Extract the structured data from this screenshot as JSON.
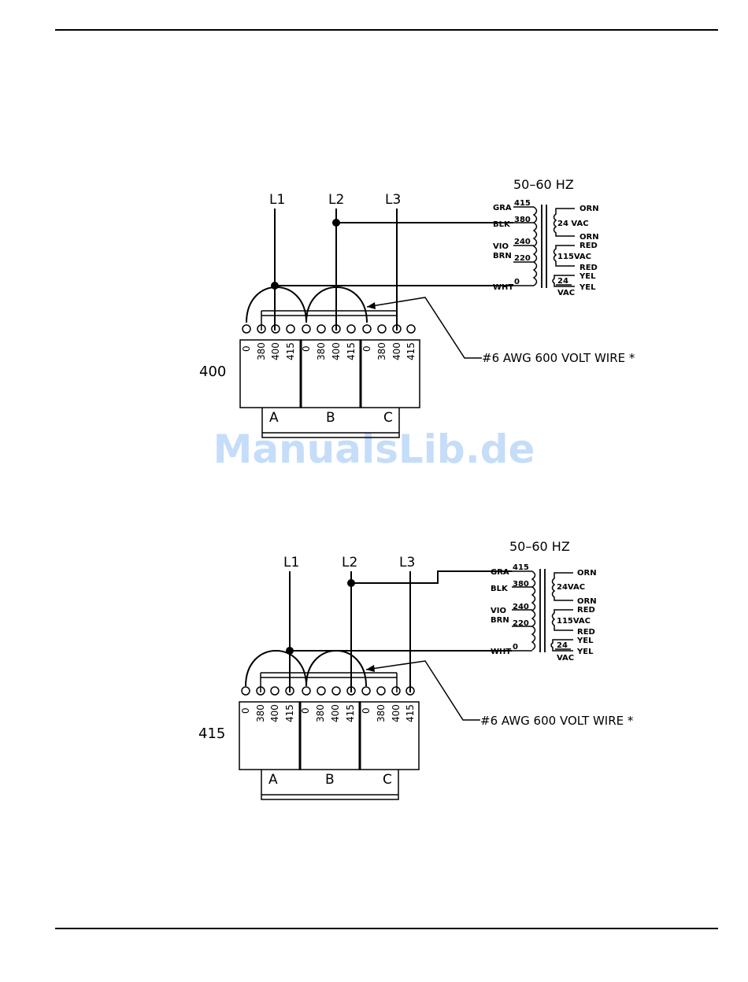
{
  "watermark": "ManualsLib.de",
  "diagrams": [
    {
      "id": "400",
      "voltage_label": "400",
      "frequency": "50–60 HZ",
      "lines": [
        "L1",
        "L2",
        "L3"
      ],
      "banks": [
        "A",
        "B",
        "C"
      ],
      "tap_labels": [
        "0",
        "380",
        "400",
        "415"
      ],
      "primary_taps": [
        {
          "color": "GRA",
          "value": "415"
        },
        {
          "color": "BLK",
          "value": "380"
        },
        {
          "color": "VIO",
          "value": "240"
        },
        {
          "color": "BRN",
          "value": "220"
        },
        {
          "color": "WHT",
          "value": "0"
        }
      ],
      "secondaries": [
        {
          "wire_top": "ORN",
          "voltage": "24 VAC",
          "wire_bottom": "ORN"
        },
        {
          "wire_top": "RED",
          "voltage": "115VAC",
          "wire_bottom": "RED"
        },
        {
          "wire_top": "YEL",
          "voltage": "24",
          "voltage_unit": "VAC",
          "wire_bottom": "YEL"
        }
      ],
      "wire_note": "#6 AWG 600 VOLT WIRE *"
    },
    {
      "id": "415",
      "voltage_label": "415",
      "frequency": "50–60 HZ",
      "lines": [
        "L1",
        "L2",
        "L3"
      ],
      "banks": [
        "A",
        "B",
        "C"
      ],
      "tap_labels": [
        "0",
        "380",
        "400",
        "415"
      ],
      "primary_taps": [
        {
          "color": "GRA",
          "value": "415"
        },
        {
          "color": "BLK",
          "value": "380"
        },
        {
          "color": "VIO",
          "value": "240"
        },
        {
          "color": "BRN",
          "value": "220"
        },
        {
          "color": "WHT",
          "value": "0"
        }
      ],
      "secondaries": [
        {
          "wire_top": "ORN",
          "voltage": "24VAC",
          "wire_bottom": "ORN"
        },
        {
          "wire_top": "RED",
          "voltage": "115VAC",
          "wire_bottom": "RED"
        },
        {
          "wire_top": "YEL",
          "voltage": "24",
          "voltage_unit": "VAC",
          "wire_bottom": "YEL"
        }
      ],
      "wire_note": "#6 AWG 600 VOLT WIRE *"
    }
  ]
}
